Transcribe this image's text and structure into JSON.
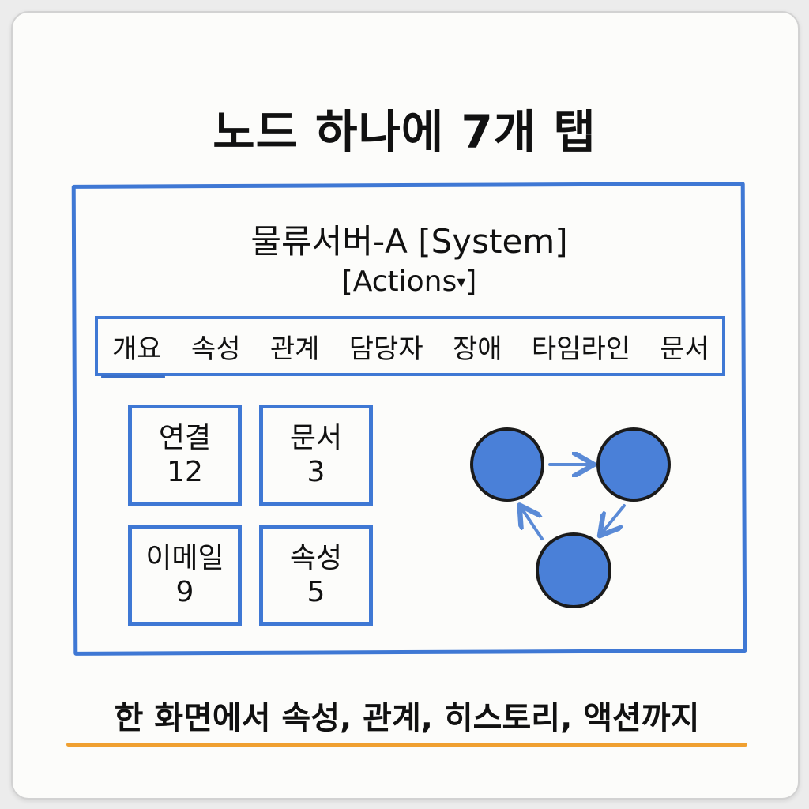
{
  "headline": "노드 하나에 7개 탭",
  "node": {
    "title": "물류서버-A [System]",
    "actions_label": "[Actions",
    "actions_caret": "▾",
    "actions_close": "]"
  },
  "tabs": [
    {
      "label": "개요",
      "active": true
    },
    {
      "label": "속성",
      "active": false
    },
    {
      "label": "관계",
      "active": false
    },
    {
      "label": "담당자",
      "active": false
    },
    {
      "label": "장애",
      "active": false
    },
    {
      "label": "타임라인",
      "active": false
    },
    {
      "label": "문서",
      "active": false
    }
  ],
  "stats": [
    {
      "label": "연결",
      "value": "12"
    },
    {
      "label": "문서",
      "value": "3"
    },
    {
      "label": "이메일",
      "value": "9"
    },
    {
      "label": "속성",
      "value": "5"
    }
  ],
  "footer": "한 화면에서 속성, 관계, 히스토리, 액션까지",
  "colors": {
    "accent": "#3f78d4",
    "node_fill": "#4a80d8",
    "underline": "#f0a030"
  }
}
